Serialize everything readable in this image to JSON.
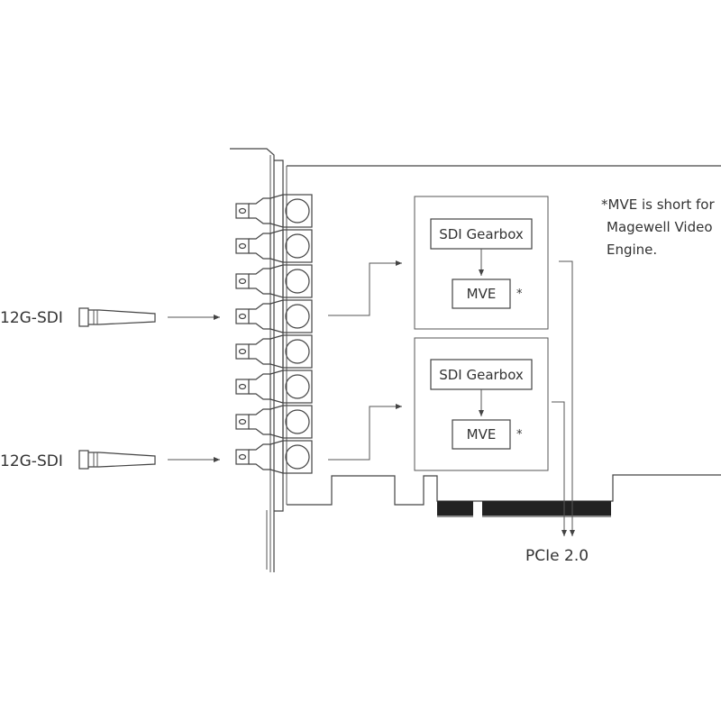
{
  "inputs": [
    {
      "label": "12G-SDI"
    },
    {
      "label": "12G-SDI"
    }
  ],
  "blocks": [
    {
      "gearbox": "SDI Gearbox",
      "engine": "MVE",
      "marker": "*"
    },
    {
      "gearbox": "SDI Gearbox",
      "engine": "MVE",
      "marker": "*"
    }
  ],
  "note": {
    "line1": "*MVE is short for",
    "line2": "Magewell Video",
    "line3": "Engine."
  },
  "bus": {
    "label": "PCIe 2.0"
  },
  "colors": {
    "line": "#444444",
    "text": "#333333"
  }
}
